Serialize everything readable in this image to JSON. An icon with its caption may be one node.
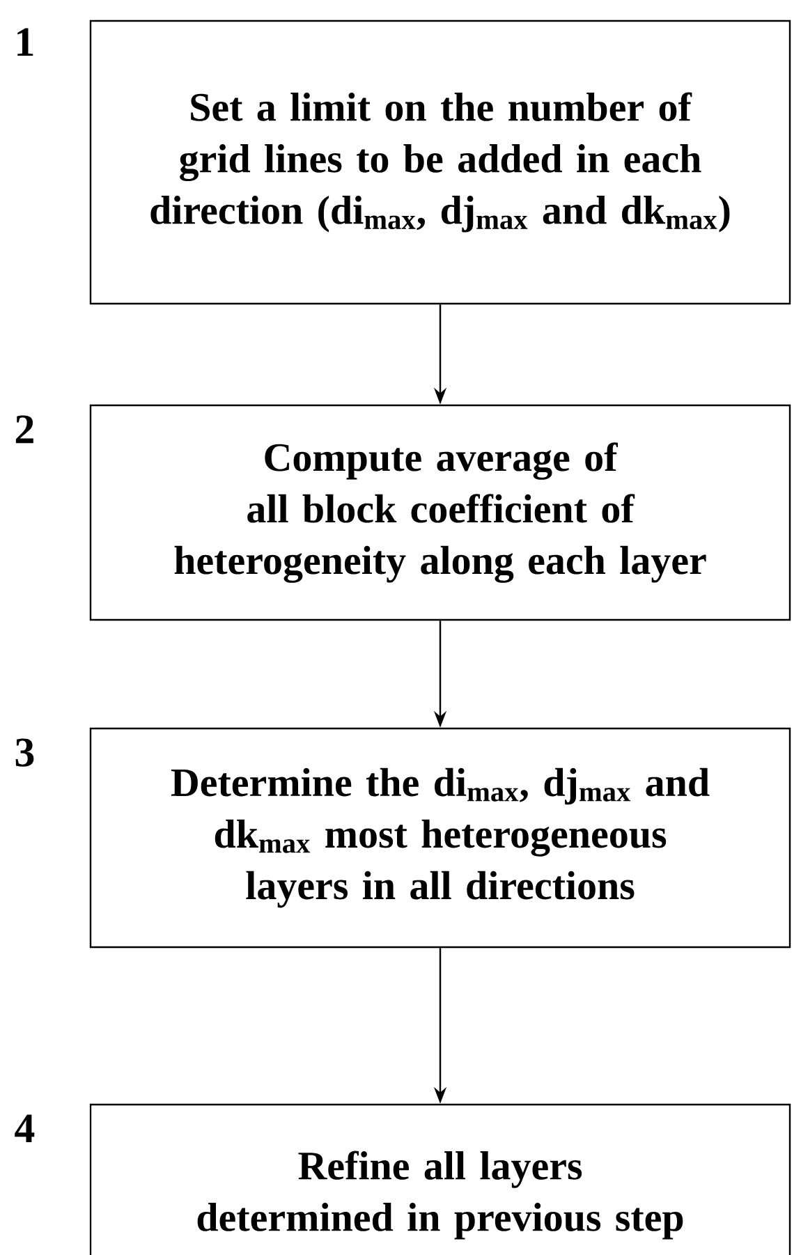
{
  "diagram": {
    "nodes": [
      {
        "text": [
          "Set a limit on the number of grid lines to be added in each direction (di$_{max}$, dj$_{max}$ and dk$_{max}$)"
        ],
        "beside": [
          "1"
        ]
      },
      {
        "text": [
          "Compute average of all block coefficient of heterogeneity along each layer"
        ],
        "beside": [
          "2"
        ]
      },
      {
        "text": [
          "Determine  the di$_{max}$, dj$_{max}$ and dk$_{max}$ most heterogeneous layers in all directions"
        ],
        "beside": [
          "3"
        ]
      },
      {
        "text": [
          "Refine all layers determined in previous step"
        ],
        "beside": [
          "4"
        ]
      }
    ],
    "edges": [
      {
        "from": 0,
        "to": 1,
        "arrow": "to"
      },
      {
        "from": 1,
        "to": 2,
        "arrow": "to"
      },
      {
        "from": 2,
        "to": 3,
        "arrow": "to"
      }
    ]
  }
}
